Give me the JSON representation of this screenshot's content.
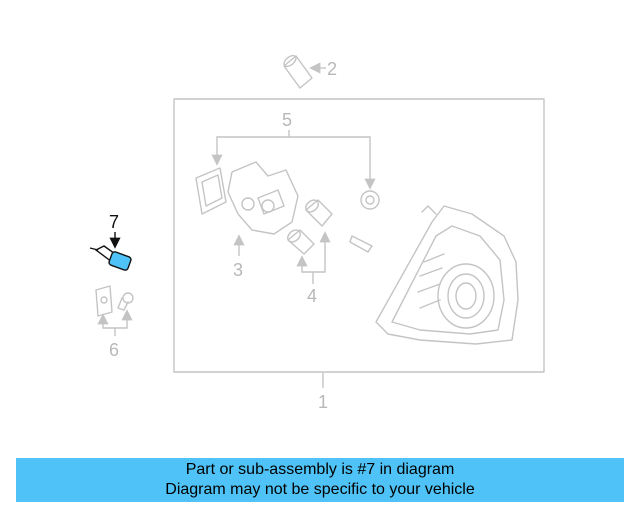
{
  "diagram": {
    "callouts": [
      "1",
      "2",
      "3",
      "4",
      "5",
      "6",
      "7"
    ],
    "highlighted_callout": "7",
    "colors": {
      "part_line": "#c4c4c4",
      "callout_text": "#b8b8b8",
      "highlight": "#111111",
      "highlight_part": "#4fc3f7"
    }
  },
  "banner": {
    "line1": "Part or sub-assembly is #7 in diagram",
    "line2": "Diagram may not be specific to your vehicle",
    "background": "#4fc3f7"
  }
}
